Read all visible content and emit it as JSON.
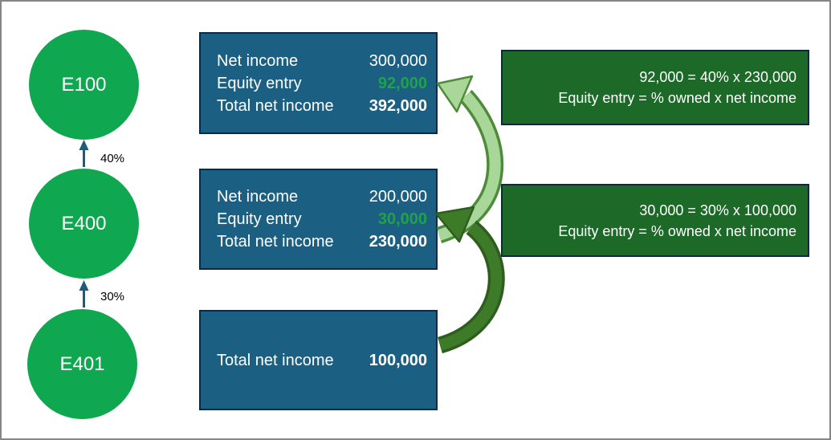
{
  "diagram": {
    "entities": [
      {
        "label": "E100"
      },
      {
        "label": "E400"
      },
      {
        "label": "E401"
      }
    ],
    "ownership_links": [
      {
        "from": "E400",
        "to": "E100",
        "percent": "40%"
      },
      {
        "from": "E401",
        "to": "E400",
        "percent": "30%"
      }
    ],
    "income_boxes": [
      {
        "rows": [
          {
            "label": "Net income",
            "value": "300,000"
          },
          {
            "label": "Equity entry",
            "value": "92,000"
          },
          {
            "label": "Total net income",
            "value": "392,000"
          }
        ]
      },
      {
        "rows": [
          {
            "label": "Net income",
            "value": "200,000"
          },
          {
            "label": "Equity entry",
            "value": "30,000"
          },
          {
            "label": "Total net income",
            "value": "230,000"
          }
        ]
      },
      {
        "rows": [
          {
            "label": "Total net income",
            "value": "100,000"
          }
        ]
      }
    ],
    "formula_boxes": [
      {
        "line1": "92,000 = 40% x 230,000",
        "line2": "Equity entry = % owned x net income"
      },
      {
        "line1": "30,000 = 30% x 100,000",
        "line2": "Equity entry = % owned x net income"
      }
    ],
    "colors": {
      "entity_green": "#0FA850",
      "income_box_blue": "#1B5F82",
      "box_border_navy": "#0E2841",
      "formula_box_green": "#1D6A28",
      "equity_value_green": "#1FA24B",
      "connector_blue": "#1F5C7C",
      "curved_arrow_light_fill": "#A9D79A",
      "curved_arrow_light_stroke": "#4E8C3B",
      "curved_arrow_dark_fill": "#3E7B28",
      "curved_arrow_dark_stroke": "#2F5D20",
      "frame_gray": "#868686"
    }
  }
}
